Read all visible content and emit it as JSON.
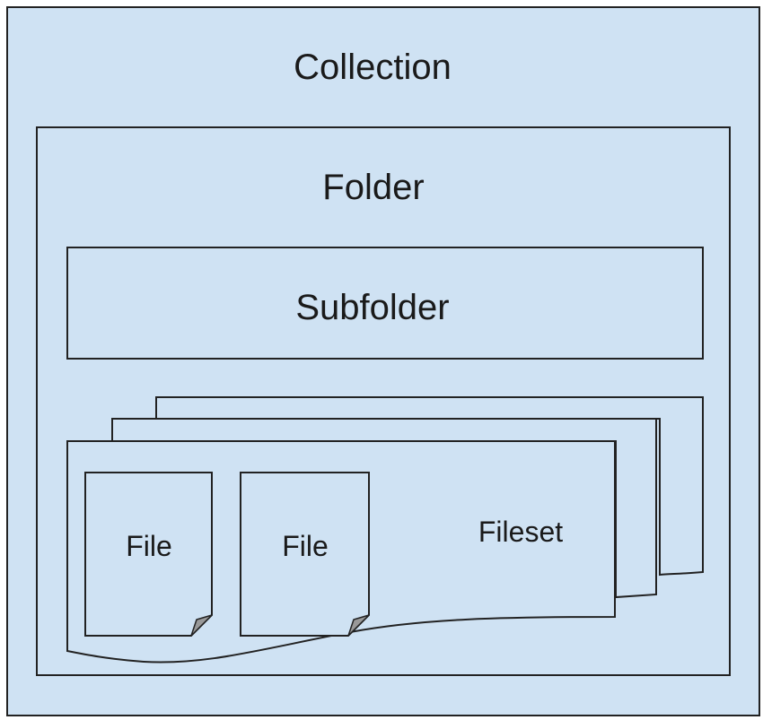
{
  "diagram": {
    "fill_color": "#cfe2f3",
    "stroke_color": "#222222",
    "collection": {
      "label": "Collection"
    },
    "folder": {
      "label": "Folder"
    },
    "subfolder": {
      "label": "Subfolder"
    },
    "fileset": {
      "label": "Fileset"
    },
    "files": [
      {
        "label": "File"
      },
      {
        "label": "File"
      }
    ]
  }
}
